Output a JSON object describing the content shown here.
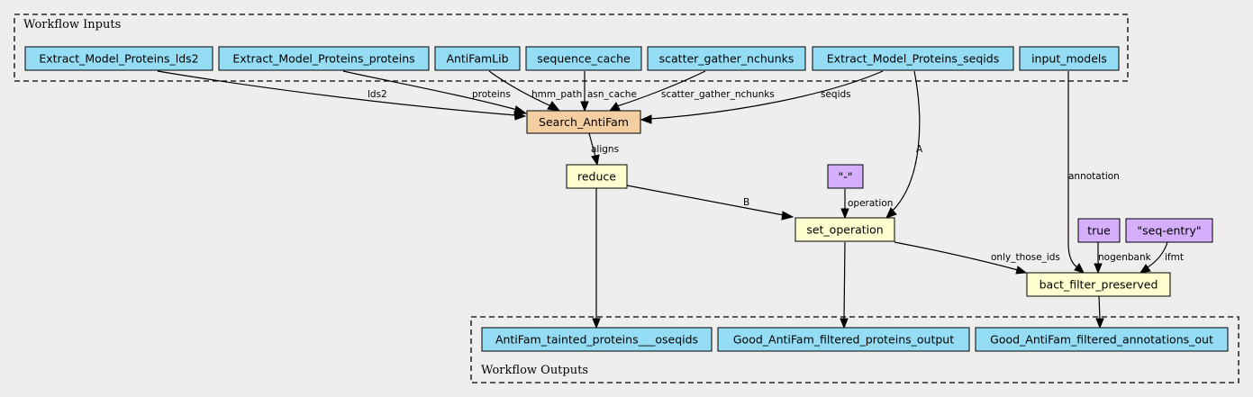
{
  "clusters": {
    "inputs_label": "Workflow Inputs",
    "outputs_label": "Workflow Outputs"
  },
  "nodes": {
    "in_lds2": "Extract_Model_Proteins_lds2",
    "in_proteins": "Extract_Model_Proteins_proteins",
    "in_antifamlib": "AntiFamLib",
    "in_sequence_cache": "sequence_cache",
    "in_scatter": "scatter_gather_nchunks",
    "in_seqids": "Extract_Model_Proteins_seqids",
    "in_input_models": "input_models",
    "search_antifam": "Search_AntiFam",
    "reduce": "reduce",
    "const_dash": "\"-\"",
    "set_operation": "set_operation",
    "const_true": "true",
    "const_seq_entry": "\"seq-entry\"",
    "bact_filter": "bact_filter_preserved",
    "out_tainted": "AntiFam_tainted_proteins___oseqids",
    "out_good_proteins": "Good_AntiFam_filtered_proteins_output",
    "out_good_annotations": "Good_AntiFam_filtered_annotations_out"
  },
  "edges": {
    "lds2": "lds2",
    "proteins": "proteins",
    "hmm_path": "hmm_path",
    "asn_cache": "asn_cache",
    "scatter_gather_nchunks": "scatter_gather_nchunks",
    "seqids": "seqids",
    "aligns": "aligns",
    "A": "A",
    "B": "B",
    "operation": "operation",
    "annotation": "annotation",
    "only_those_ids": "only_those_ids",
    "nogenbank": "nogenbank",
    "ifmt": "ifmt"
  }
}
